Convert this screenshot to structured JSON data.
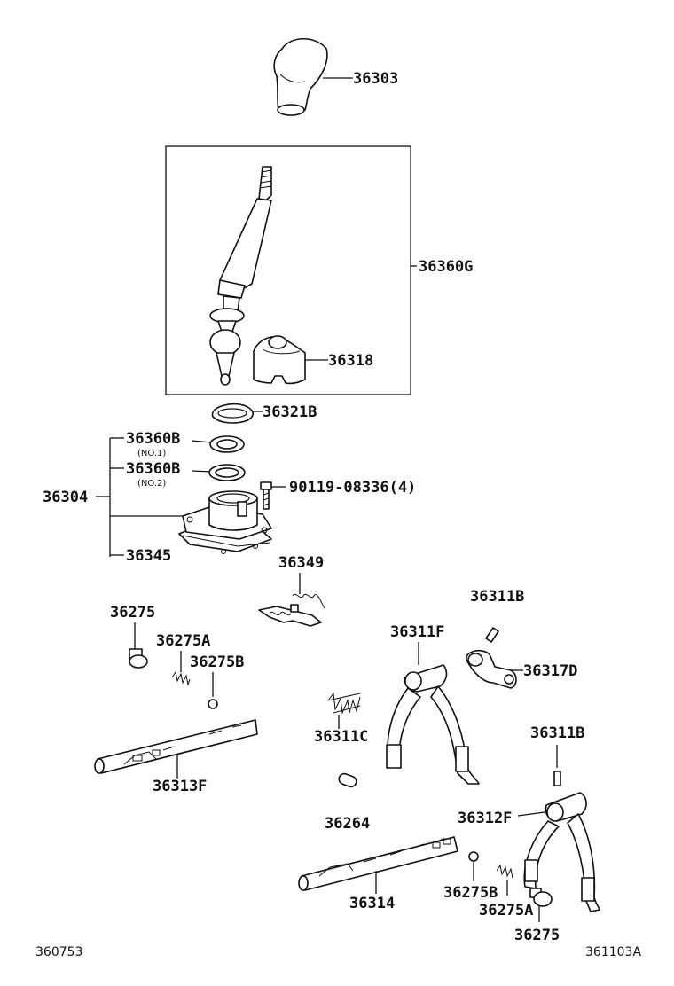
{
  "labels": {
    "p36303": "36303",
    "p36360G": "36360G",
    "p36318": "36318",
    "p36321B": "36321B",
    "p36360B_1": "36360B",
    "p36360B_1_note": "(NO.1)",
    "p36360B_2": "36360B",
    "p36360B_2_note": "(NO.2)",
    "p36304": "36304",
    "p90119": "90119-08336(4)",
    "p36345": "36345",
    "p36349": "36349",
    "p36275_top": "36275",
    "p36275A_top": "36275A",
    "p36275B_top": "36275B",
    "p36313F": "36313F",
    "p36311B_top": "36311B",
    "p36311F": "36311F",
    "p36317D": "36317D",
    "p36311C": "36311C",
    "p36311B_right": "36311B",
    "p36264": "36264",
    "p36312F": "36312F",
    "p36314": "36314",
    "p36275B_bottom": "36275B",
    "p36275A_bottom": "36275A",
    "p36275_bottom": "36275"
  },
  "footer": {
    "left_code": "360753",
    "right_code": "361103A"
  }
}
